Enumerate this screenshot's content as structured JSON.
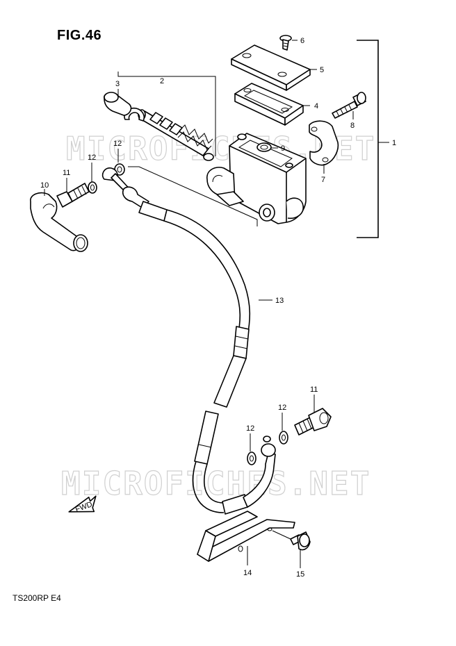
{
  "figure_title": "FIG.46",
  "model_code": "TS200RP E4",
  "watermark": "MICROFICHES.NET",
  "fwd_label": "FWD",
  "callouts": [
    "1",
    "2",
    "3",
    "4",
    "5",
    "6",
    "7",
    "8",
    "9",
    "10",
    "11",
    "11",
    "12",
    "12",
    "12",
    "12",
    "13",
    "14",
    "15"
  ]
}
